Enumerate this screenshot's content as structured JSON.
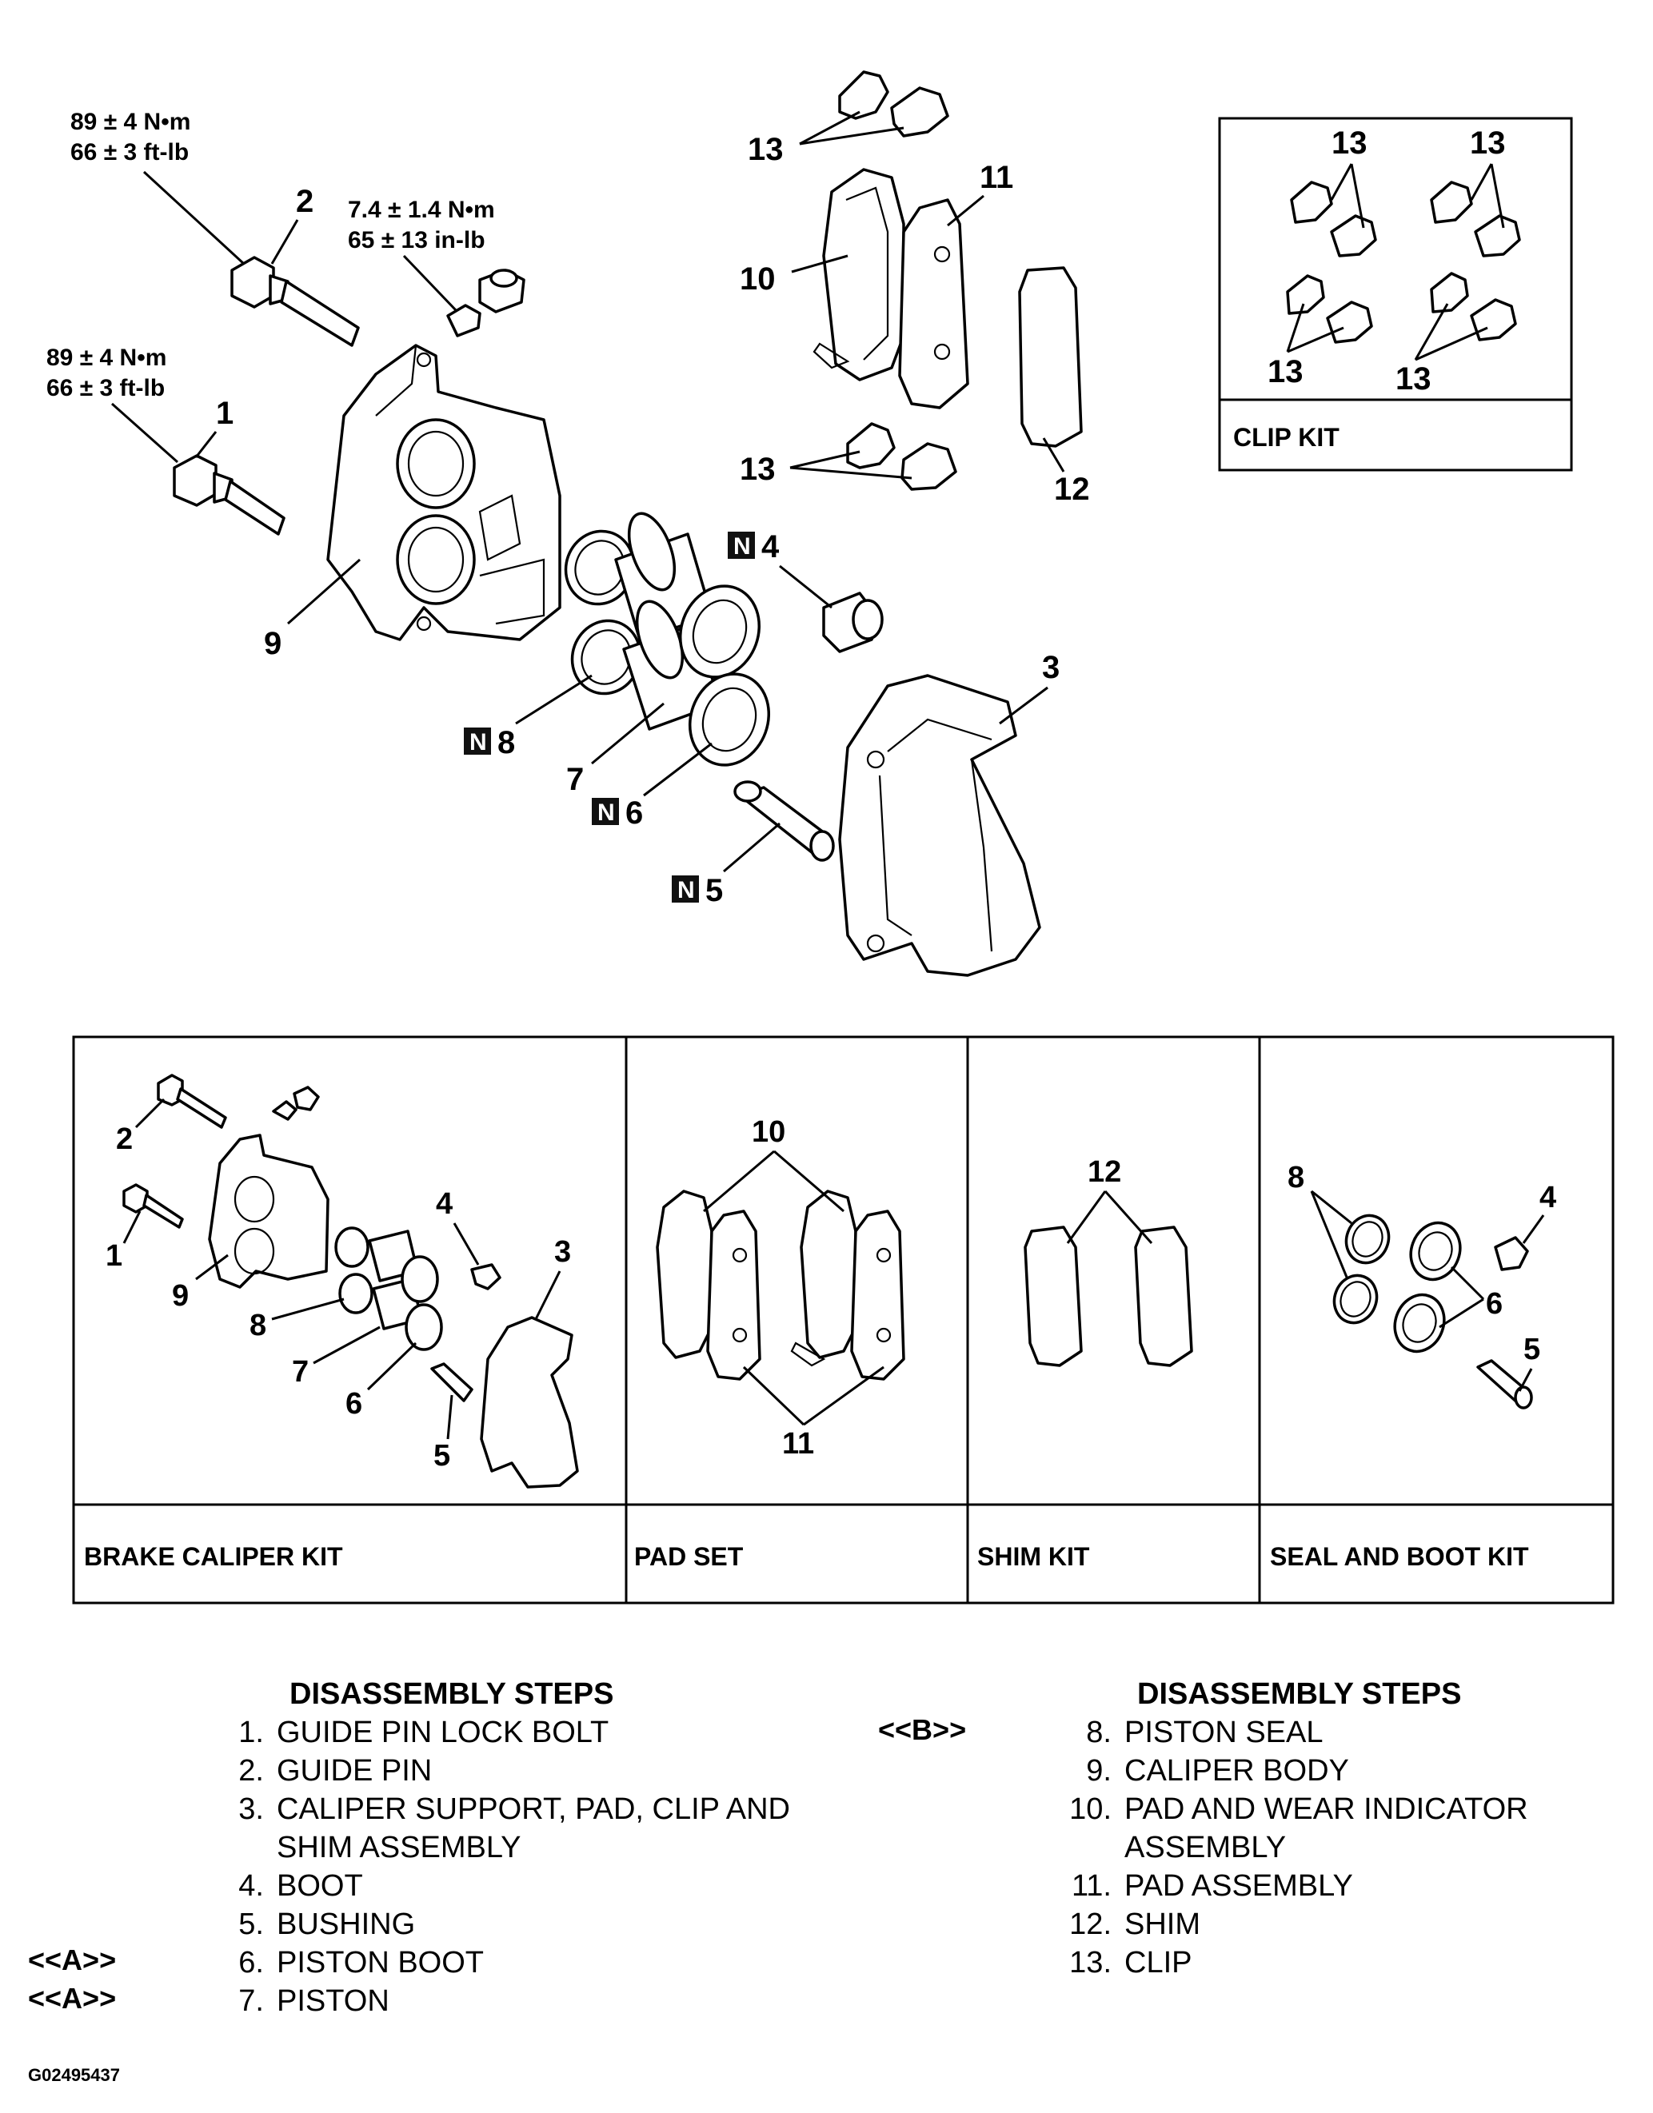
{
  "torques": {
    "guide_pin": [
      "89 ± 4 N•m",
      "66 ± 3 ft-lb"
    ],
    "bleeder": [
      "7.4 ± 1.4 N•m",
      "65 ± 13 in-lb"
    ],
    "lock_bolt": [
      "89 ± 4 N•m",
      "66 ± 3 ft-lb"
    ]
  },
  "callouts": {
    "c1": "1",
    "c2": "2",
    "c3": "3",
    "c4": "4",
    "c5": "5",
    "c6": "6",
    "c7": "7",
    "c8": "8",
    "c9": "9",
    "c10": "10",
    "c11": "11",
    "c12": "12",
    "c13": "13"
  },
  "new_part_mark": "N",
  "clip_kit": {
    "label": "CLIP KIT",
    "callout": "13"
  },
  "kits": {
    "brake_caliper_kit": "BRAKE CALIPER KIT",
    "pad_set": "PAD SET",
    "shim_kit": "SHIM KIT",
    "seal_and_boot_kit": "SEAL AND BOOT KIT"
  },
  "steps_left": {
    "heading": "DISASSEMBLY STEPS",
    "items": [
      {
        "num": "1.",
        "text": "GUIDE PIN LOCK BOLT",
        "mark": ""
      },
      {
        "num": "2.",
        "text": "GUIDE PIN",
        "mark": ""
      },
      {
        "num": "3.",
        "text": "CALIPER SUPPORT, PAD, CLIP AND\nSHIM ASSEMBLY",
        "mark": ""
      },
      {
        "num": "4.",
        "text": "BOOT",
        "mark": ""
      },
      {
        "num": "5.",
        "text": "BUSHING",
        "mark": ""
      },
      {
        "num": "6.",
        "text": "PISTON BOOT",
        "mark": "<<A>>"
      },
      {
        "num": "7.",
        "text": "PISTON",
        "mark": "<<A>>"
      }
    ]
  },
  "steps_right": {
    "heading": "DISASSEMBLY STEPS",
    "items": [
      {
        "num": "8.",
        "text": "PISTON SEAL",
        "mark": "<<B>>"
      },
      {
        "num": "9.",
        "text": "CALIPER BODY",
        "mark": ""
      },
      {
        "num": "10.",
        "text": "PAD AND WEAR INDICATOR\nASSEMBLY",
        "mark": ""
      },
      {
        "num": "11.",
        "text": "PAD ASSEMBLY",
        "mark": ""
      },
      {
        "num": "12.",
        "text": "SHIM",
        "mark": ""
      },
      {
        "num": "13.",
        "text": "CLIP",
        "mark": ""
      }
    ]
  },
  "figure_id": "G02495437"
}
